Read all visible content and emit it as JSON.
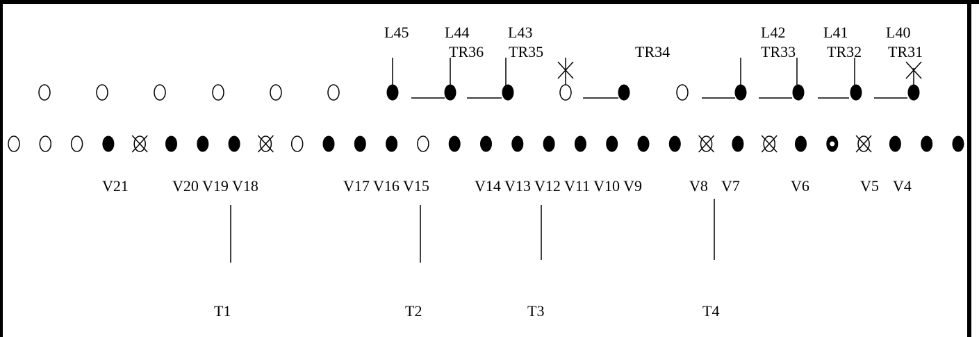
{
  "top_row": {
    "labels": [
      "L45",
      "L44",
      "L43",
      "L42",
      "L41",
      "L40"
    ],
    "tr_labels": [
      "TR36",
      "TR35",
      "TR34",
      "TR33",
      "TR32",
      "TR31"
    ],
    "node_states": [
      "open",
      "open",
      "open",
      "open",
      "open",
      "open",
      "filled",
      "filled",
      "filled",
      "open-x",
      "filled",
      "open",
      "filled",
      "filled",
      "filled",
      "filled-x"
    ]
  },
  "bottom_row": {
    "node_states": [
      "open",
      "open",
      "open",
      "filled",
      "crossed",
      "filled",
      "filled",
      "filled",
      "crossed",
      "open",
      "filled",
      "filled",
      "filled",
      "open",
      "filled",
      "filled",
      "filled",
      "filled",
      "filled",
      "filled",
      "filled",
      "filled",
      "crossed",
      "filled",
      "crossed",
      "filled",
      "special",
      "crossed",
      "filled",
      "filled",
      "filled"
    ],
    "labels": [
      "V21",
      "V20 V19 V18",
      "V17 V16 V15",
      "V14 V13 V12 V11 V10 V9",
      "V8",
      "V7",
      "V6",
      "V5",
      "V4"
    ]
  },
  "terminals": [
    "T1",
    "T2",
    "T3",
    "T4"
  ],
  "colors": {
    "stroke": "#000000",
    "background": "#ffffff"
  }
}
